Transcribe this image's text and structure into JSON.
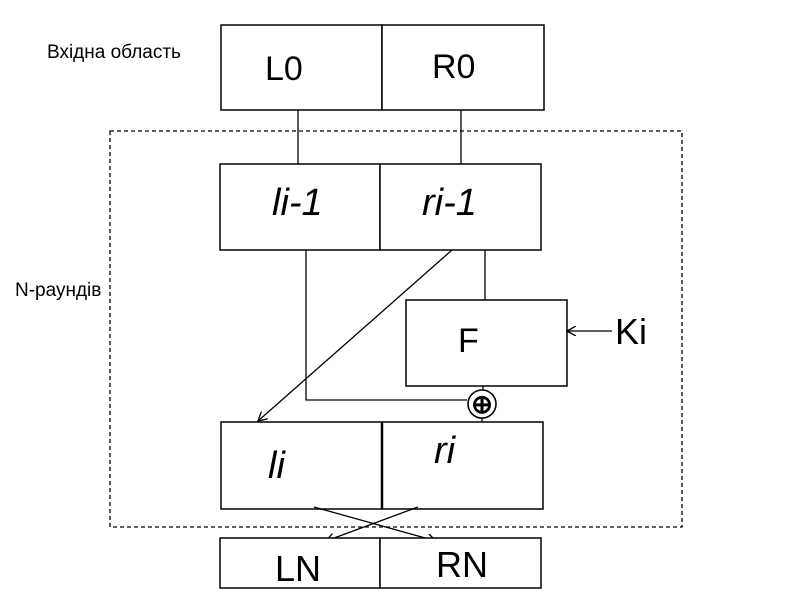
{
  "labels": {
    "input_area": "Вхідна область",
    "rounds": "N-раундів"
  },
  "blocks": {
    "l0": "L0",
    "r0": "R0",
    "l_prev": "li-1",
    "r_prev": "ri-1",
    "f": "F",
    "key": "Ki",
    "l_cur": "li",
    "r_cur": "ri",
    "ln": "LN",
    "rn": "RN"
  },
  "operators": {
    "xor": "⊕"
  }
}
